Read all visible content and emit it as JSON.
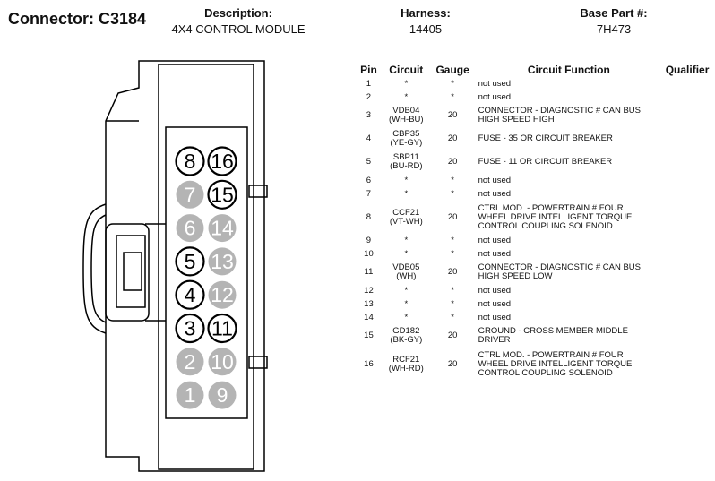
{
  "header": {
    "connector": "Connector: C3184",
    "description_label": "Description:",
    "description_value": "4X4 CONTROL MODULE",
    "harness_label": "Harness:",
    "harness_value": "14405",
    "basepart_label": "Base Part #:",
    "basepart_value": "7H473"
  },
  "colors": {
    "outline": "#000000",
    "unused_fill": "#b4b4b4",
    "used_fill": "#ffffff"
  },
  "connector": {
    "cavities": [
      {
        "left": "8",
        "left_used": true,
        "right": "16",
        "right_used": true
      },
      {
        "left": "7",
        "left_used": false,
        "right": "15",
        "right_used": true
      },
      {
        "left": "6",
        "left_used": false,
        "right": "14",
        "right_used": false
      },
      {
        "left": "5",
        "left_used": true,
        "right": "13",
        "right_used": false
      },
      {
        "left": "4",
        "left_used": true,
        "right": "12",
        "right_used": false
      },
      {
        "left": "3",
        "left_used": true,
        "right": "11",
        "right_used": true
      },
      {
        "left": "2",
        "left_used": false,
        "right": "10",
        "right_used": false
      },
      {
        "left": "1",
        "left_used": false,
        "right": "9",
        "right_used": false
      }
    ]
  },
  "table": {
    "headers": [
      "Pin",
      "Circuit",
      "Gauge",
      "Circuit Function",
      "Qualifier"
    ],
    "rows": [
      {
        "pin": "1",
        "circuit": [
          "*"
        ],
        "gauge": "*",
        "function": [
          "not used"
        ],
        "qualifier": ""
      },
      {
        "pin": "2",
        "circuit": [
          "*"
        ],
        "gauge": "*",
        "function": [
          "not used"
        ],
        "qualifier": ""
      },
      {
        "pin": "3",
        "circuit": [
          "VDB04",
          "(WH-BU)"
        ],
        "gauge": "20",
        "function": [
          "CONNECTOR - DIAGNOSTIC # CAN BUS",
          "HIGH SPEED HIGH"
        ],
        "qualifier": ""
      },
      {
        "pin": "4",
        "circuit": [
          "CBP35",
          "(YE-GY)"
        ],
        "gauge": "20",
        "function": [
          "FUSE - 35 OR CIRCUIT BREAKER"
        ],
        "qualifier": ""
      },
      {
        "pin": "5",
        "circuit": [
          "SBP11",
          "(BU-RD)"
        ],
        "gauge": "20",
        "function": [
          "FUSE - 11 OR CIRCUIT BREAKER"
        ],
        "qualifier": ""
      },
      {
        "pin": "6",
        "circuit": [
          "*"
        ],
        "gauge": "*",
        "function": [
          "not used"
        ],
        "qualifier": ""
      },
      {
        "pin": "7",
        "circuit": [
          "*"
        ],
        "gauge": "*",
        "function": [
          "not used"
        ],
        "qualifier": ""
      },
      {
        "pin": "8",
        "circuit": [
          "CCF21",
          "(VT-WH)"
        ],
        "gauge": "20",
        "function": [
          "CTRL MOD. - POWERTRAIN # FOUR",
          "WHEEL DRIVE INTELLIGENT TORQUE",
          "CONTROL COUPLING SOLENOID"
        ],
        "qualifier": ""
      },
      {
        "pin": "9",
        "circuit": [
          "*"
        ],
        "gauge": "*",
        "function": [
          "not used"
        ],
        "qualifier": ""
      },
      {
        "pin": "10",
        "circuit": [
          "*"
        ],
        "gauge": "*",
        "function": [
          "not used"
        ],
        "qualifier": ""
      },
      {
        "pin": "11",
        "circuit": [
          "VDB05",
          "(WH)"
        ],
        "gauge": "20",
        "function": [
          "CONNECTOR - DIAGNOSTIC # CAN BUS",
          "HIGH SPEED LOW"
        ],
        "qualifier": ""
      },
      {
        "pin": "12",
        "circuit": [
          "*"
        ],
        "gauge": "*",
        "function": [
          "not used"
        ],
        "qualifier": ""
      },
      {
        "pin": "13",
        "circuit": [
          "*"
        ],
        "gauge": "*",
        "function": [
          "not used"
        ],
        "qualifier": ""
      },
      {
        "pin": "14",
        "circuit": [
          "*"
        ],
        "gauge": "*",
        "function": [
          "not used"
        ],
        "qualifier": ""
      },
      {
        "pin": "15",
        "circuit": [
          "GD182",
          "(BK-GY)"
        ],
        "gauge": "20",
        "function": [
          "GROUND - CROSS MEMBER MIDDLE",
          "DRIVER"
        ],
        "qualifier": ""
      },
      {
        "pin": "16",
        "circuit": [
          "RCF21",
          "(WH-RD)"
        ],
        "gauge": "20",
        "function": [
          "CTRL MOD. - POWERTRAIN # FOUR",
          "WHEEL DRIVE INTELLIGENT TORQUE",
          "CONTROL COUPLING SOLENOID"
        ],
        "qualifier": ""
      }
    ]
  }
}
